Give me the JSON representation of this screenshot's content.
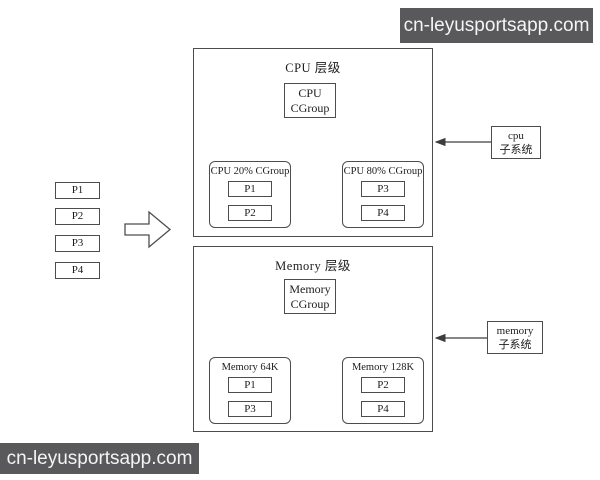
{
  "watermarks": {
    "top": "cn-leyusportsapp.com",
    "bottom": "cn-leyusportsapp.com",
    "bg_color": "#59595b",
    "text_color": "#f4f4f4"
  },
  "processes": [
    "P1",
    "P2",
    "P3",
    "P4"
  ],
  "cpu_section": {
    "title": "CPU 层级",
    "root_line1": "CPU",
    "root_line2": "CGroup",
    "children": [
      {
        "label": "CPU 20% CGroup",
        "items": [
          "P1",
          "P2"
        ]
      },
      {
        "label": "CPU 80% CGroup",
        "items": [
          "P3",
          "P4"
        ]
      }
    ],
    "subsystem_line1": "cpu",
    "subsystem_line2": "子系统"
  },
  "memory_section": {
    "title": "Memory 层级",
    "root_line1": "Memory",
    "root_line2": "CGroup",
    "children": [
      {
        "label": "Memory 64K",
        "items": [
          "P1",
          "P3"
        ]
      },
      {
        "label": "Memory 128K",
        "items": [
          "P2",
          "P4"
        ]
      }
    ],
    "subsystem_line1": "memory",
    "subsystem_line2": "子系统"
  },
  "colors": {
    "line": "#3d3d3d",
    "border": "#4d4d4d"
  }
}
